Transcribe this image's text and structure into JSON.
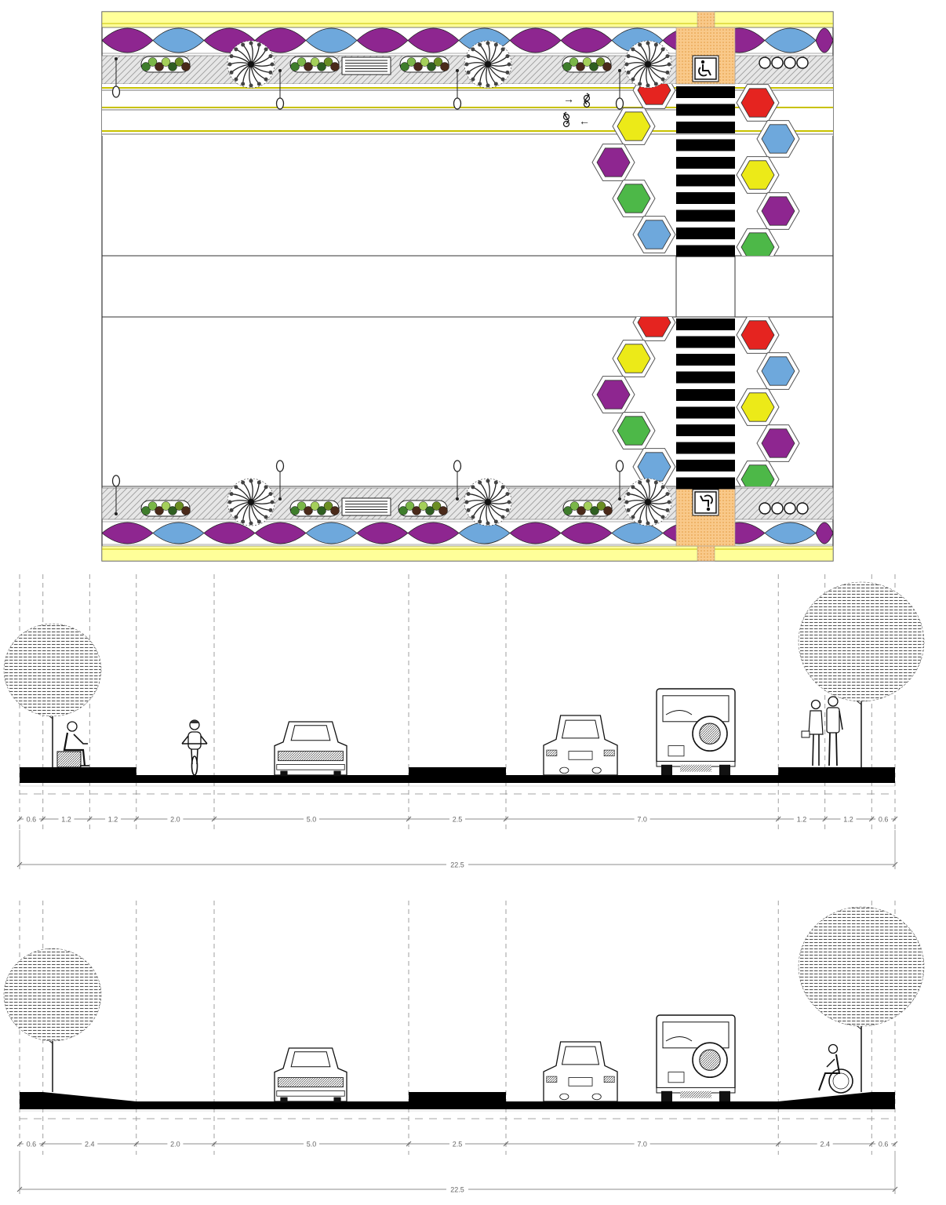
{
  "plan": {
    "accessibility_signs": [
      "wheelchair-symbol-icon",
      "wheelchair-symbol-icon"
    ],
    "bike_lane_arrows": [
      "→",
      "←"
    ],
    "bike_lane_symbols": [
      "bicycle-icon",
      "bicycle-icon"
    ],
    "hexagon_colors": {
      "red": "#e52420",
      "yellow": "#ecea18",
      "purple": "#8e2690",
      "green": "#4db848",
      "blue": "#6ea8dc"
    },
    "edge_band_color": "#ffff99",
    "crosswalk_landing_color": "#f9c98a",
    "wave_colors": [
      "#8e2690",
      "#6ea8dc"
    ]
  },
  "sections": [
    {
      "id": "section-a",
      "segments": [
        "0.6",
        "1.2",
        "1.2",
        "2.0",
        "5.0",
        "2.5",
        "7.0",
        "1.2",
        "1.2",
        "0.6"
      ],
      "total": "22.5"
    },
    {
      "id": "section-b",
      "segments": [
        "0.6",
        "2.4",
        "2.0",
        "5.0",
        "2.5",
        "7.0",
        "2.4",
        "0.6"
      ],
      "total": "22.5"
    }
  ]
}
